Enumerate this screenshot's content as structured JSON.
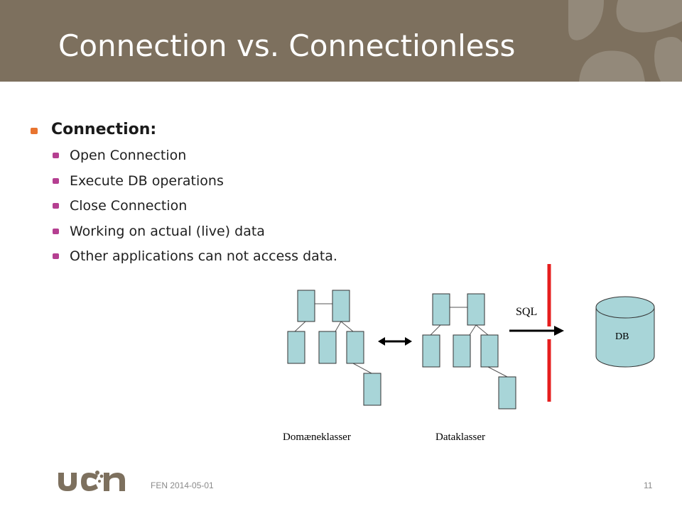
{
  "slide": {
    "title": "Connection vs. Connectionless",
    "heading": "Connection:",
    "bullets": [
      "Open Connection",
      "Execute DB operations",
      "Close Connection",
      "Working on actual (live) data",
      "Other applications can not access data."
    ]
  },
  "diagram": {
    "sql_label": "SQL",
    "db_label": "DB",
    "domain_label": "Domæneklasser",
    "data_label": "Dataklasser"
  },
  "footer": {
    "date": "FEN 2014-05-01",
    "page": "11"
  },
  "colors": {
    "header": "#7d705e",
    "box_fill": "#a8d5d8",
    "separator": "#e61e1e",
    "level1_bullet": "#e8742f",
    "level2_bullet": "#b53f91"
  }
}
